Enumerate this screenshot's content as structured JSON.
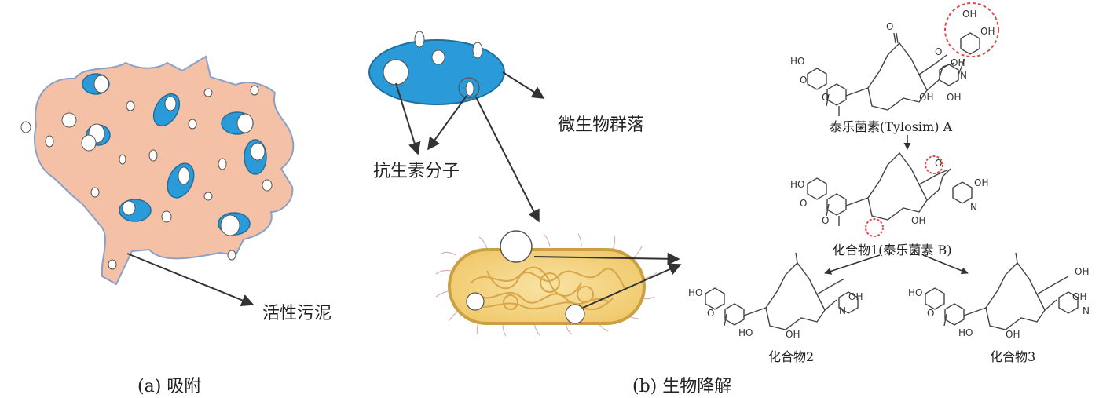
{
  "panel_a": {
    "sludge_label": "活性污泥",
    "caption": "(a) 吸附"
  },
  "panel_b": {
    "community_label": "微生物群落",
    "antibiotic_label": "抗生素分子",
    "caption": "(b) 生物降解",
    "compounds": {
      "tylosin_a": "泰乐菌素(Tylosim) A",
      "compound1": "化合物1(泰乐菌素 B)",
      "compound2": "化合物2",
      "compound3": "化合物3"
    }
  },
  "colors": {
    "sludge_fill": "#f4c1a6",
    "sludge_edge": "#8aa0c8",
    "microbe_blue": "#2a9bd8",
    "bacterium_fill": "#f2d27a",
    "bacterium_edge": "#c9a045",
    "highlight_circle": "#e04a4a"
  }
}
